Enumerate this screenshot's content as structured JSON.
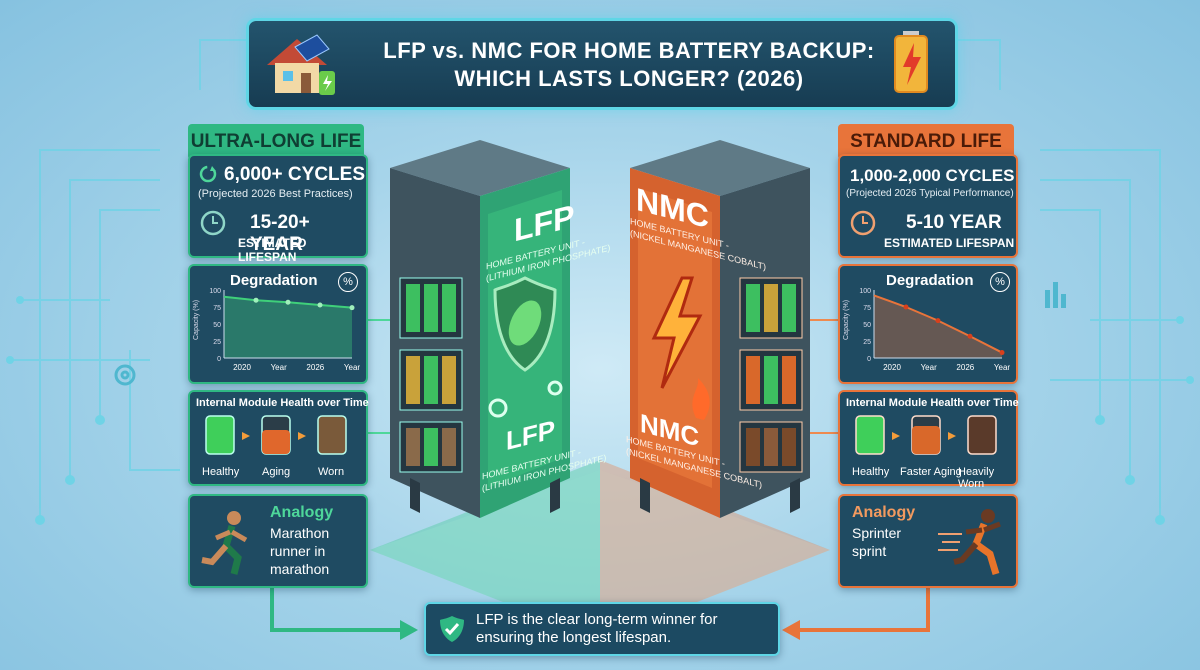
{
  "title": {
    "line1": "LFP vs. NMC FOR HOME BATTERY BACKUP:",
    "line2": "WHICH LASTS LONGER? (2026)"
  },
  "lfp": {
    "tab": "ULTRA-LONG LIFE",
    "cycles": "6,000+ CYCLES",
    "cycles_note": "(Projected 2026 Best Practices)",
    "years": "15-20+ YEAR",
    "years_note": "ESTIMATED LIFESPAN",
    "cabinet_title": "LFP",
    "cabinet_sub1": "HOME BATTERY UNIT -",
    "cabinet_sub2": "(LITHIUM IRON PHOSPHATE)",
    "cabinet_title2": "LFP",
    "cabinet_sub3": "HOME BATTERY UNIT -",
    "cabinet_sub4": "(LITHIUM IRON PHOSPHATE)",
    "health_title": "Internal Module Health over Time",
    "health_labels": [
      "Healthy",
      "Aging",
      "Worn"
    ],
    "analogy_title": "Analogy",
    "analogy_text": [
      "Marathon",
      "runner in",
      "marathon"
    ],
    "color": "#2fb883"
  },
  "nmc": {
    "tab": "STANDARD LIFE",
    "cycles": "1,000-2,000 CYCLES",
    "cycles_note": "(Projected 2026 Typical Performance)",
    "years": "5-10 YEAR",
    "years_note": "ESTIMATED LIFESPAN",
    "cabinet_title": "NMC",
    "cabinet_sub1": "HOME BATTERY UNIT -",
    "cabinet_sub2": "(NICKEL MANGANESE COBALT)",
    "cabinet_title2": "NMC",
    "cabinet_sub3": "HOME BATTERY UNIT -",
    "cabinet_sub4": "(NICKEL MANGANESE COBALT)",
    "health_title": "Internal Module Health over Time",
    "health_labels": [
      "Healthy",
      "Faster Aging",
      "Heavily Worn"
    ],
    "analogy_title": "Analogy",
    "analogy_text": [
      "Sprinter",
      "sprint"
    ],
    "color": "#e8743a"
  },
  "chart_data": [
    {
      "type": "line",
      "title": "Degradation",
      "badge": "%",
      "ylabel": "Capacity (%)",
      "yticks": [
        "100",
        "75",
        "50",
        "25",
        "0"
      ],
      "xticks": [
        "2020",
        "Year",
        "2026",
        "Year"
      ],
      "ylim": [
        0,
        100
      ],
      "series": [
        {
          "values": [
            90,
            85,
            82,
            78,
            74
          ]
        }
      ]
    },
    {
      "type": "line",
      "title": "Degradation",
      "badge": "%",
      "ylabel": "Capacity (%)",
      "yticks": [
        "100",
        "75",
        "50",
        "25",
        "0"
      ],
      "xticks": [
        "2020",
        "Year",
        "2026",
        "Year"
      ],
      "ylim": [
        0,
        100
      ],
      "series": [
        {
          "values": [
            92,
            75,
            55,
            32,
            8
          ]
        }
      ]
    }
  ],
  "conclusion": {
    "line1": "LFP is the clear long-term winner for",
    "line2": "ensuring the longest lifespan."
  }
}
